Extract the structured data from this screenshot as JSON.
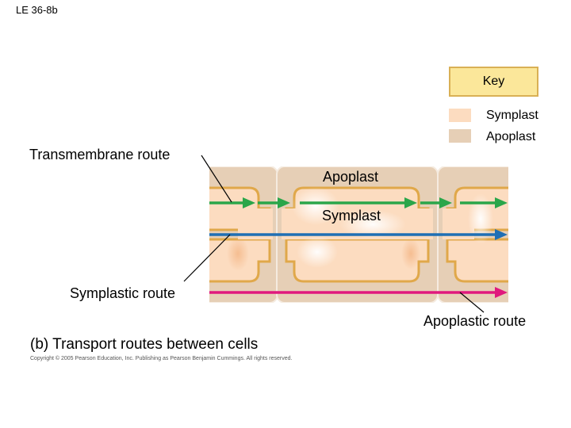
{
  "slide_label": "LE 36-8b",
  "key": {
    "title": "Key",
    "items": [
      {
        "label": "Symplast",
        "color": "#fcdcc0"
      },
      {
        "label": "Apoplast",
        "color": "#e6cfb6"
      }
    ]
  },
  "labels": {
    "transmembrane_route": "Transmembrane route",
    "symplastic_route": "Symplastic route",
    "apoplastic_route": "Apoplastic route",
    "apoplast": "Apoplast",
    "symplast": "Symplast"
  },
  "caption": {
    "part": "(b)",
    "text": "Transport routes between cells"
  },
  "copyright": "Copyright © 2005 Pearson Education, Inc. Publishing as Pearson Benjamin Cummings. All rights reserved.",
  "colors": {
    "cell_wall": "#e6cfb6",
    "cytoplasm": "#fcdcc0",
    "membrane": "#e0a84a",
    "transmembrane_arrow": "#2aa64a",
    "symplastic_arrow": "#1f6fb4",
    "apoplastic_arrow": "#e0197d"
  }
}
